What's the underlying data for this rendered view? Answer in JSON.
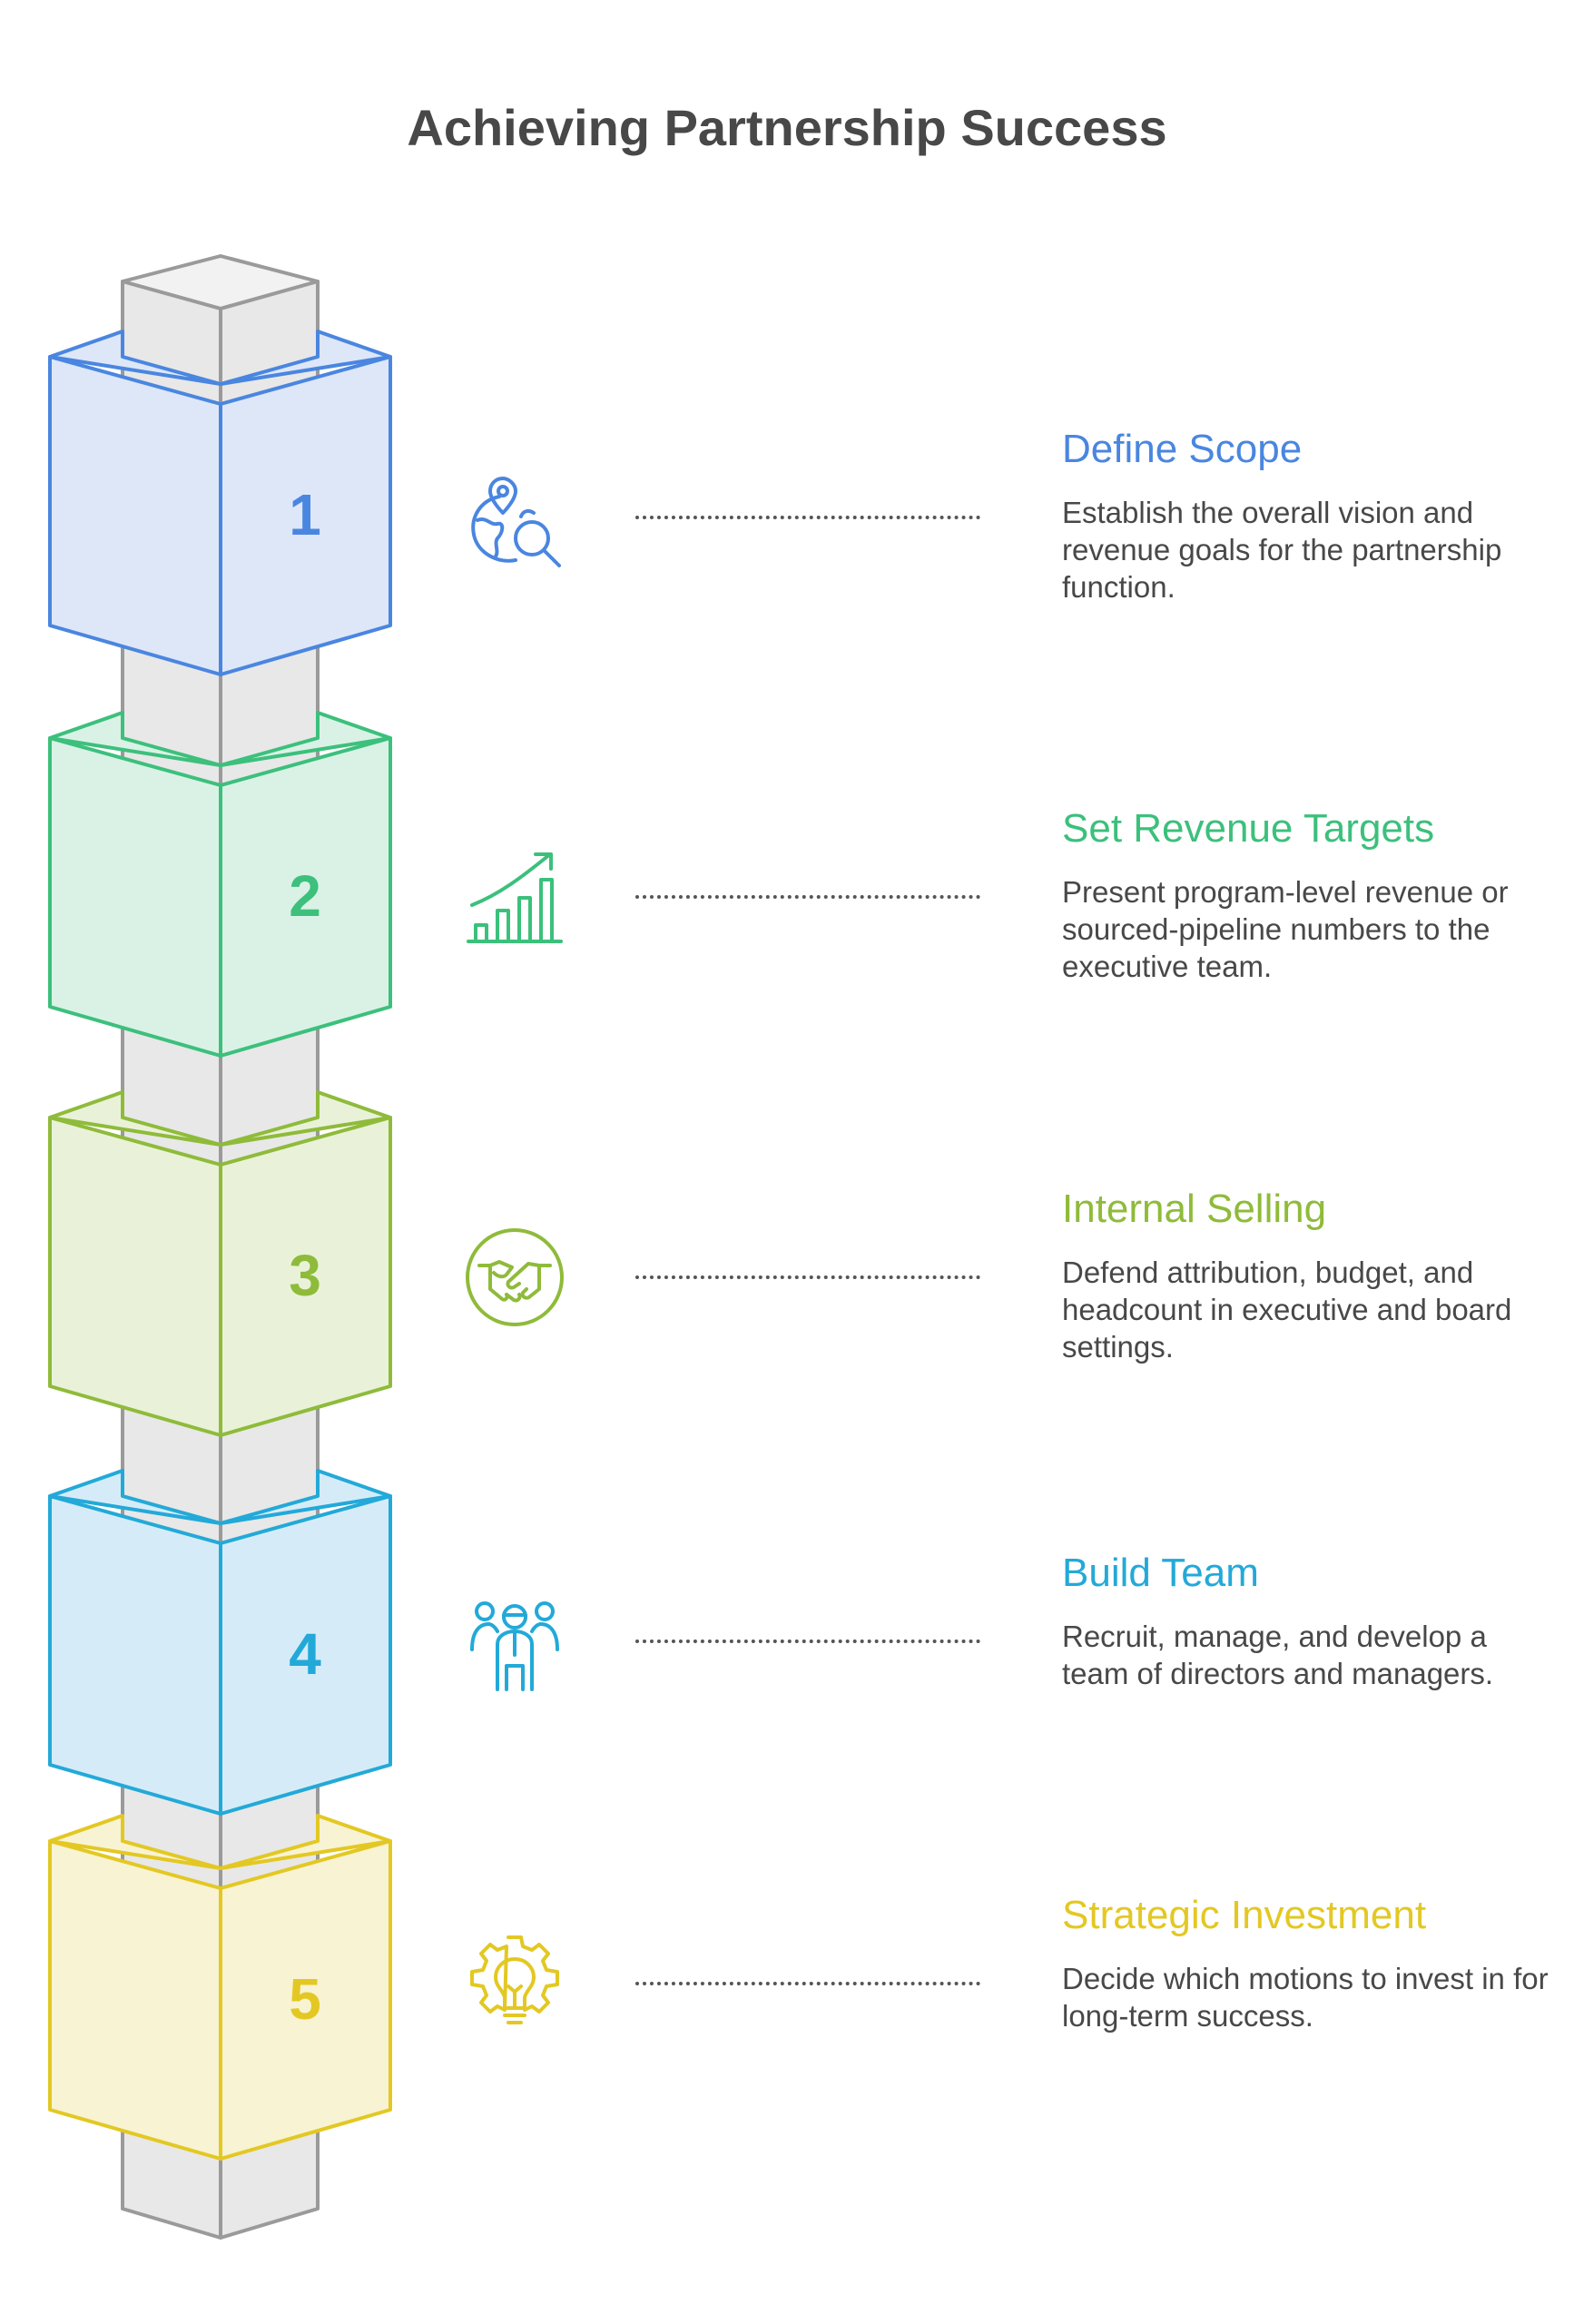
{
  "title": "Achieving Partnership Success",
  "colors": {
    "pillar_fill": "#e8e8e8",
    "pillar_stroke": "#9a9a9a",
    "text": "#484848"
  },
  "steps": [
    {
      "number": "1",
      "title": "Define Scope",
      "description": "Establish the overall vision and revenue goals for the partnership function.",
      "icon": "globe-search-icon",
      "color": "#4a86e0",
      "fill": "#dde7f8"
    },
    {
      "number": "2",
      "title": "Set Revenue Targets",
      "description": "Present program-level revenue or sourced-pipeline numbers to the executive team.",
      "icon": "growth-chart-icon",
      "color": "#3cc07c",
      "fill": "#daf2e6"
    },
    {
      "number": "3",
      "title": "Internal Selling",
      "description": "Defend attribution, budget, and headcount in executive and board settings.",
      "icon": "handshake-icon",
      "color": "#8fbb3a",
      "fill": "#e9f2d9"
    },
    {
      "number": "4",
      "title": "Build Team",
      "description": "Recruit, manage, and develop a team of directors and managers.",
      "icon": "team-icon",
      "color": "#23a9d8",
      "fill": "#d5ecf8"
    },
    {
      "number": "5",
      "title": "Strategic Investment",
      "description": "Decide which motions to invest in for long-term success.",
      "icon": "lightbulb-gear-icon",
      "color": "#e3c823",
      "fill": "#f8f3d2"
    }
  ]
}
